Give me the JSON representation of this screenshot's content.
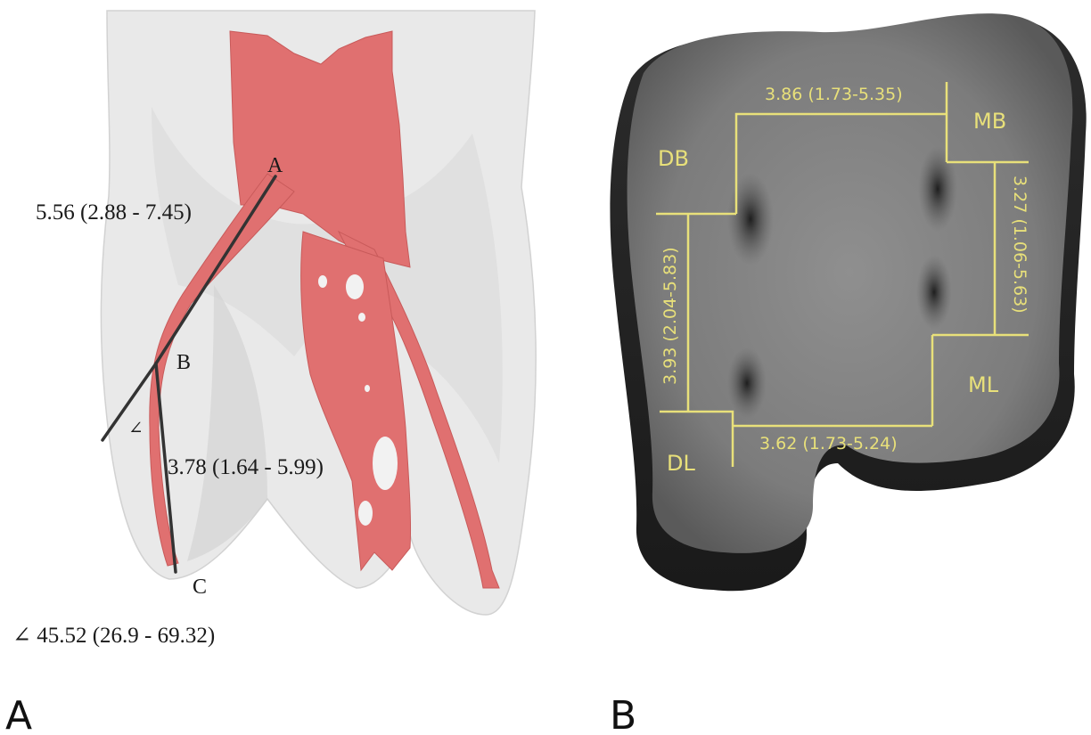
{
  "panel_a": {
    "panel_label": "A",
    "points": {
      "a": "A",
      "b": "B",
      "c": "C"
    },
    "segment_ab": "5.56 (2.88 - 7.45)",
    "segment_bc": "3.78 (1.64 - 5.99)",
    "angle_symbol": "∠",
    "angle_value": "∠ 45.52 (26.9 - 69.32)"
  },
  "panel_b": {
    "panel_label": "B",
    "canals": {
      "mb": "MB",
      "db": "DB",
      "ml": "ML",
      "dl": "DL"
    },
    "dist_mb_db": "3.86 (1.73-5.35)",
    "dist_mb_ml": "3.27 (1.06-5.63)",
    "dist_db_dl": "3.93 (2.04-5.83)",
    "dist_dl_ml": "3.62 (1.73-5.24)"
  },
  "colors": {
    "canal_red": "#e07070",
    "measure_line": "#333333",
    "measure_yellow": "#e8e07a",
    "section_gray": "#8a8a8a"
  }
}
